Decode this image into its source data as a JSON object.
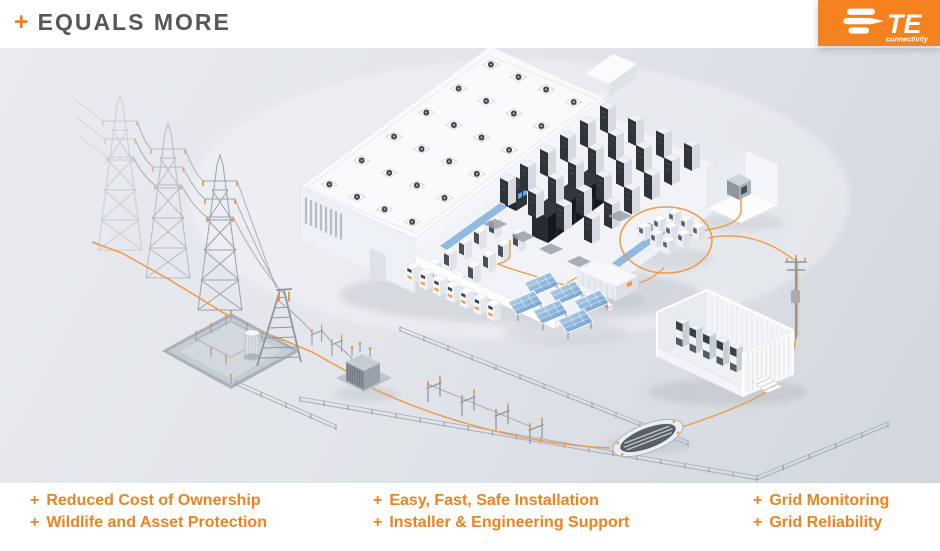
{
  "header": {
    "bullet": "+",
    "title": "EQUALS MORE"
  },
  "logo": {
    "brand": "TE",
    "tagline": "connectivity"
  },
  "benefits": {
    "bullet": "+",
    "columns": [
      {
        "items": [
          "Reduced Cost of Ownership",
          "Wildlife and Asset Protection"
        ]
      },
      {
        "items": [
          "Easy, Fast, Safe Installation",
          "Installer & Engineering Support"
        ]
      },
      {
        "items": [
          "Grid Monitoring",
          "Grid Reliability"
        ]
      }
    ]
  },
  "colors": {
    "accent_orange": "#F0821E",
    "logo_orange": "#F5821F",
    "title_gray": "#55575A",
    "cable_orange": "#EF9A44",
    "solar_blue": "#6D9FD4",
    "background_gray": "#DFE3E9"
  },
  "illustration": {
    "description": "Isometric power-grid-to-data-center scene: transmission towers feed a fenced substation and transformer, connected by an orange grid cable to a cutaway data center with rooftop HVAC fans, electrical rooms, UPS lineup and server racks, plus a generator room, distribution cabinet cluster, battery container, solar array, containerized switchgear, utility pole and underground vault.",
    "components": [
      "transmission-towers",
      "power-lines",
      "substation-pad",
      "gantry-frame",
      "switchyard-transformer",
      "perimeter-fence",
      "grid-cable",
      "data-center-building",
      "rooftop-hvac-fans",
      "electrical-cabinet-rows",
      "ups-lineup",
      "server-racks",
      "switchgear-lineup",
      "generator-room",
      "distribution-cabinet-cluster",
      "battery-container",
      "solar-panels",
      "switchgear-container",
      "utility-pole",
      "underground-vault"
    ]
  }
}
